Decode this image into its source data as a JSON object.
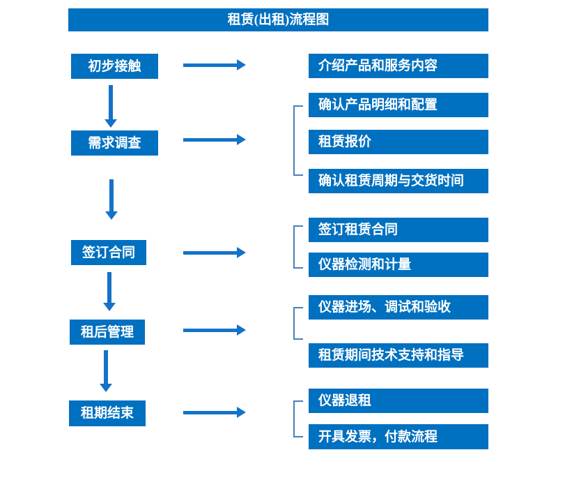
{
  "title": "租赁(出租)流程图",
  "colors": {
    "primary": "#0070C0",
    "arrow": "#1472C8",
    "bracket": "#4A7EBB"
  },
  "steps": [
    {
      "label": "初步接触",
      "details": [
        "介绍产品和服务内容"
      ]
    },
    {
      "label": "需求调查",
      "details": [
        "确认产品明细和配置",
        "租赁报价",
        "确认租赁周期与交货时间"
      ]
    },
    {
      "label": "签订合同",
      "details": [
        "签订租赁合同",
        "仪器检测和计量"
      ]
    },
    {
      "label": "租后管理",
      "details": [
        "仪器进场、调试和验收",
        "租赁期间技术支持和指导"
      ]
    },
    {
      "label": "租期结束",
      "details": [
        "仪器退租",
        "开具发票，付款流程"
      ]
    }
  ]
}
